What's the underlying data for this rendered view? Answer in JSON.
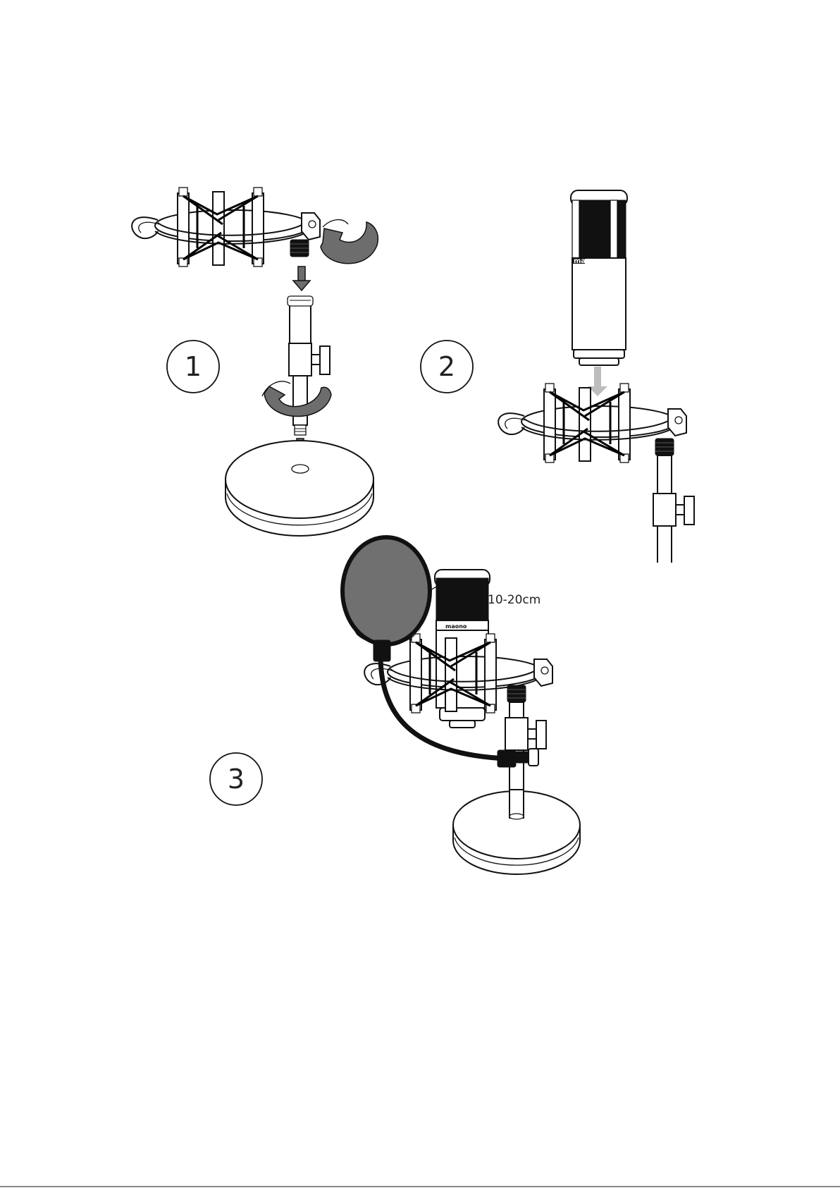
{
  "steps": [
    {
      "number": "1"
    },
    {
      "number": "2"
    },
    {
      "number": "3"
    }
  ],
  "distance_label": "10-20cm",
  "brand": "maono"
}
